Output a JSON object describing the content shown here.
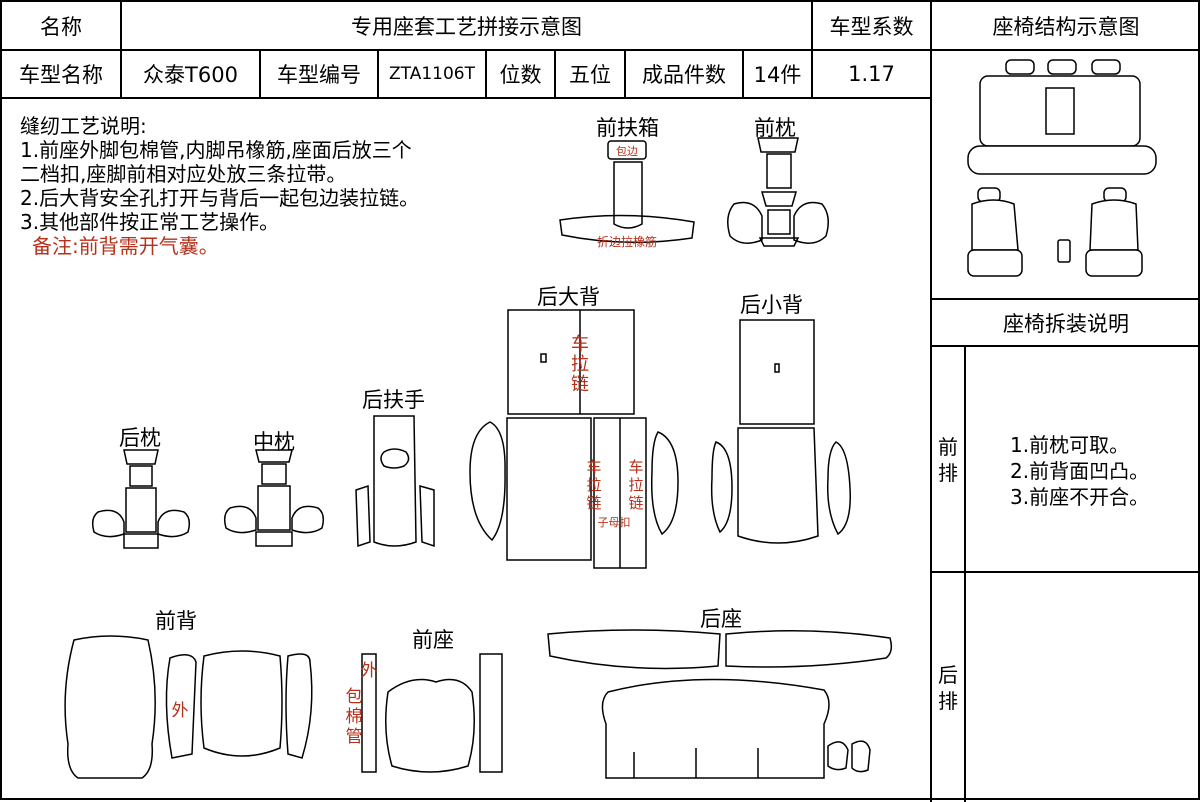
{
  "header": {
    "name_label": "名称",
    "title": "专用座套工艺拼接示意图",
    "coef_label": "车型系数",
    "structure_label": "座椅结构示意图"
  },
  "info": {
    "model_name_label": "车型名称",
    "model_name": "众泰T600",
    "model_code_label": "车型编号",
    "model_code": "ZTA1106T",
    "seats_label": "位数",
    "seats": "五位",
    "pieces_label": "成品件数",
    "pieces": "14件",
    "coef": "1.17"
  },
  "notes": {
    "heading": "缝纫工艺说明:",
    "line1": "1.前座外脚包棉管,内脚吊橡筋,座面后放三个",
    "line2": "二档扣,座脚前相对应处放三条拉带。",
    "line3": "2.后大背安全孔打开与背后一起包边装拉链。",
    "line4": "3.其他部件按正常工艺操作。",
    "remark": "备注:前背需开气囊。"
  },
  "parts": {
    "front_armrest": "前扶箱",
    "front_pillow": "前枕",
    "rear_big_back": "后大背",
    "rear_small_back": "后小背",
    "rear_armrest": "后扶手",
    "rear_pillow": "后枕",
    "mid_pillow": "中枕",
    "front_back": "前背",
    "front_seat": "前座",
    "rear_seat": "后座"
  },
  "marks": {
    "baobian": "包边",
    "fold_elastic": "折边拉橡筋",
    "zipper_1": "车",
    "zipper_2": "拉",
    "zipper_3": "链",
    "snap": "子母扣",
    "outer": "外",
    "wrap_1": "包",
    "wrap_2": "棉",
    "wrap_3": "管"
  },
  "side": {
    "removal_title": "座椅拆装说明",
    "front_row_1": "前",
    "front_row_2": "排",
    "front_item1": "1.前枕可取。",
    "front_item2": "2.前背面凹凸。",
    "front_item3": "3.前座不开合。",
    "rear_row_1": "后",
    "rear_row_2": "排"
  }
}
